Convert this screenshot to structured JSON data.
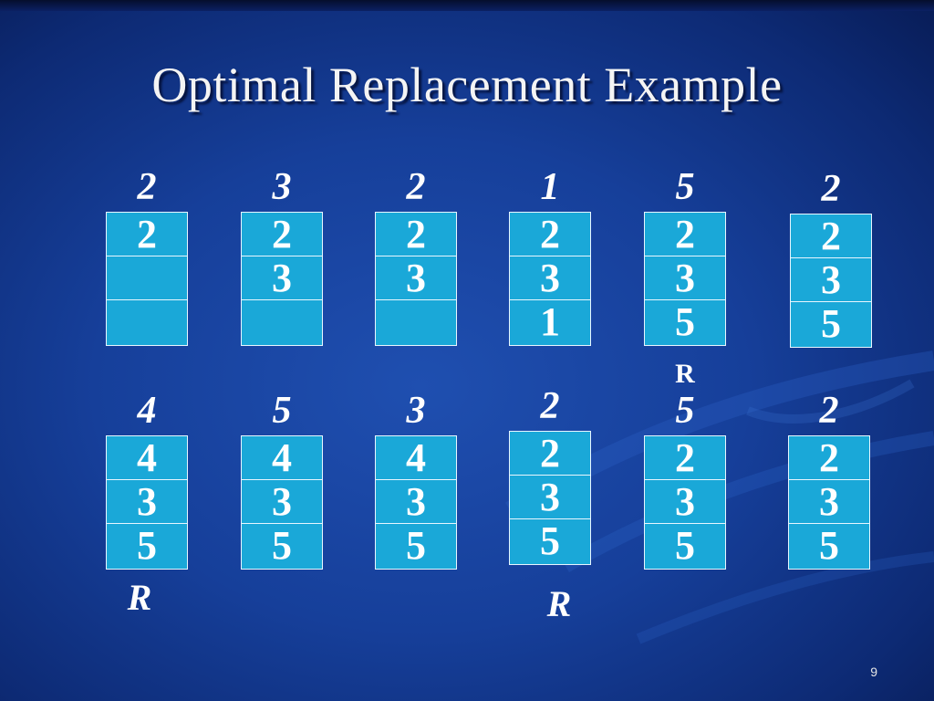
{
  "slide": {
    "title": "Optimal Replacement Example",
    "page_number": "9",
    "steps": [
      {
        "ref": "2",
        "frames": [
          "2",
          "",
          ""
        ],
        "mark": ""
      },
      {
        "ref": "3",
        "frames": [
          "2",
          "3",
          ""
        ],
        "mark": ""
      },
      {
        "ref": "2",
        "frames": [
          "2",
          "3",
          ""
        ],
        "mark": ""
      },
      {
        "ref": "1",
        "frames": [
          "2",
          "3",
          "1"
        ],
        "mark": ""
      },
      {
        "ref": "5",
        "frames": [
          "2",
          "3",
          "5"
        ],
        "mark": "R"
      },
      {
        "ref": "2",
        "frames": [
          "2",
          "3",
          "5"
        ],
        "mark": ""
      },
      {
        "ref": "4",
        "frames": [
          "4",
          "3",
          "5"
        ],
        "mark": "R"
      },
      {
        "ref": "5",
        "frames": [
          "4",
          "3",
          "5"
        ],
        "mark": ""
      },
      {
        "ref": "3",
        "frames": [
          "4",
          "3",
          "5"
        ],
        "mark": ""
      },
      {
        "ref": "2",
        "frames": [
          "2",
          "3",
          "5"
        ],
        "mark": "R"
      },
      {
        "ref": "5",
        "frames": [
          "2",
          "3",
          "5"
        ],
        "mark": ""
      },
      {
        "ref": "2",
        "frames": [
          "2",
          "3",
          "5"
        ],
        "mark": ""
      }
    ]
  },
  "colors": {
    "background": "#163f9a",
    "frame_fill": "#1aa8d8",
    "frame_border": "#e8f6ff",
    "text": "#ffffff"
  }
}
